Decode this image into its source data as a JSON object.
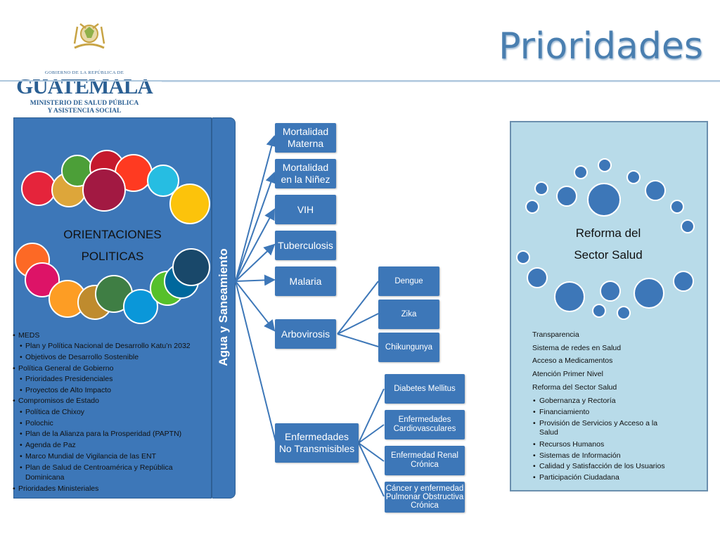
{
  "header": {
    "title": "Prioridades",
    "logo": {
      "top_line": "GOBIERNO DE LA REPÚBLICA DE",
      "country": "GUATEMALA",
      "ministry_line1": "MINISTERIO DE SALUD PÚBLICA",
      "ministry_line2": "Y ASISTENCIA SOCIAL"
    }
  },
  "left_panel": {
    "heading_line1": "ORIENTACIONES",
    "heading_line2": "POLITICAS",
    "items": [
      "MEDS",
      "Plan y Política Nacional de Desarrollo Katu’n 2032",
      "Objetivos de Desarrollo Sostenible",
      "Política General de Gobierno",
      "Prioridades Presidenciales",
      "Proyectos de Alto Impacto",
      "Compromisos de Estado",
      "Política de Chixoy",
      "Polochic",
      "Plan de la Alianza para la Prosperidad (PAPTN)",
      "Agenda de Paz",
      "Marco Mundial de Vigilancia de las ENT",
      "Plan de Salud de Centroamérica y República",
      "Dominicana",
      "Prioridades Ministeriales"
    ]
  },
  "agua_label": "Agua y Saneamiento",
  "diagram": {
    "main_nodes": [
      {
        "line1": "Mortalidad",
        "line2": "Materna"
      },
      {
        "line1": "Mortalidad",
        "line2": "en la Niñez"
      },
      {
        "line1": "VIH",
        "line2": ""
      },
      {
        "line1": "Tuberculosis",
        "line2": ""
      },
      {
        "line1": "Malaria",
        "line2": ""
      },
      {
        "line1": "Arbovirosis",
        "line2": ""
      },
      {
        "line1": "Enfermedades",
        "line2": "No Transmisibles"
      }
    ],
    "arbo_children": [
      "Dengue",
      "Zika",
      "Chikungunya"
    ],
    "ent_children": [
      {
        "line1": "Diabetes  Mellitus",
        "line2": "",
        "line3": ""
      },
      {
        "line1": "Enfermedades",
        "line2": "Cardiovasculares",
        "line3": ""
      },
      {
        "line1": "Enfermedad Renal",
        "line2": "Crónica",
        "line3": ""
      },
      {
        "line1": "Cáncer  y enfermedad",
        "line2": "Pulmonar Obstructiva",
        "line3": "Crónica"
      }
    ]
  },
  "right_panel": {
    "heading_line1": "Reforma del",
    "heading_line2": "Sector Salud",
    "items": [
      "Transparencia",
      "Sistema de redes en Salud",
      "Acceso a Medicamentos",
      "Atención Primer Nivel",
      "Reforma del Sector Salud",
      "Gobernanza y Rectoría",
      "Financiamiento",
      "Provisión de Servicios y Acceso a la",
      "Salud",
      "Recursos Humanos",
      "Sistemas de Información",
      "Calidad y Satisfacción de los Usuarios",
      "Participación Ciudadana"
    ]
  },
  "colors": {
    "box_blue": "#3d77b8",
    "title_blue": "#4a7fb0",
    "panel_light": "#b8dbe9",
    "circle_blue": "#3d77b8",
    "sdg_colors": [
      "#e5243b",
      "#dda63a",
      "#4c9f38",
      "#c5192d",
      "#ff3a21",
      "#26bde2",
      "#fcc30b",
      "#a21942",
      "#fd6925",
      "#dd1367",
      "#fd9d24",
      "#bf8b2e",
      "#3f7e44",
      "#0a97d9",
      "#56c02b",
      "#00689d",
      "#19486a"
    ]
  }
}
